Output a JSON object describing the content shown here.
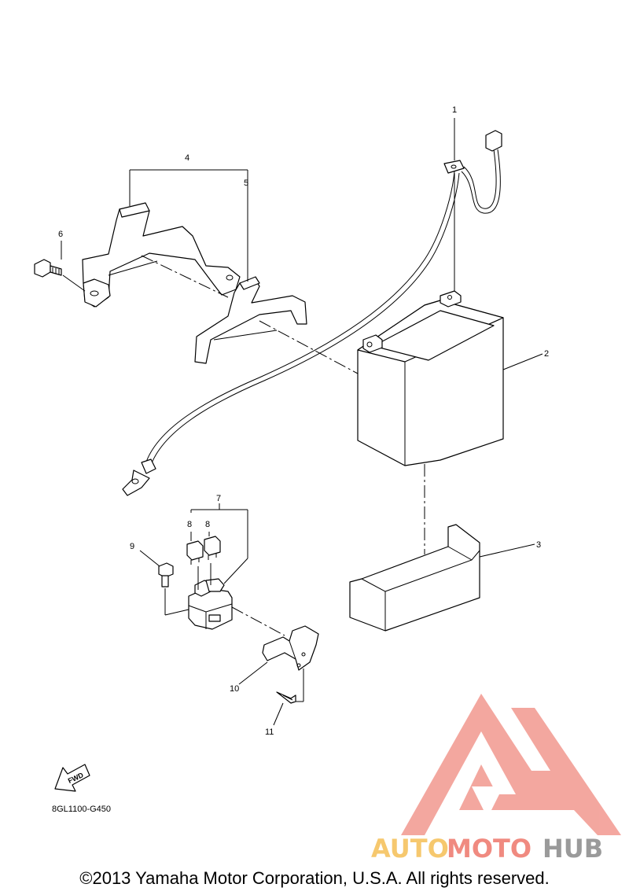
{
  "callouts": {
    "c1": "1",
    "c2": "2",
    "c3": "3",
    "c4": "4",
    "c5": "5",
    "c6": "6",
    "c7": "7",
    "c8a": "8",
    "c8b": "8",
    "c9": "9",
    "c10": "10",
    "c11": "11"
  },
  "fwd_label": "FWD",
  "diagram_code": "8GL1100-G450",
  "copyright": "©2013 Yamaha Motor Corporation, U.S.A. All rights reserved.",
  "watermark": {
    "part1": "AUTO",
    "part2": "MOTO",
    "part3": "HUB",
    "color_orange": "#f6c86e",
    "color_red": "#f08a80",
    "color_gray": "#9a9a9a"
  }
}
